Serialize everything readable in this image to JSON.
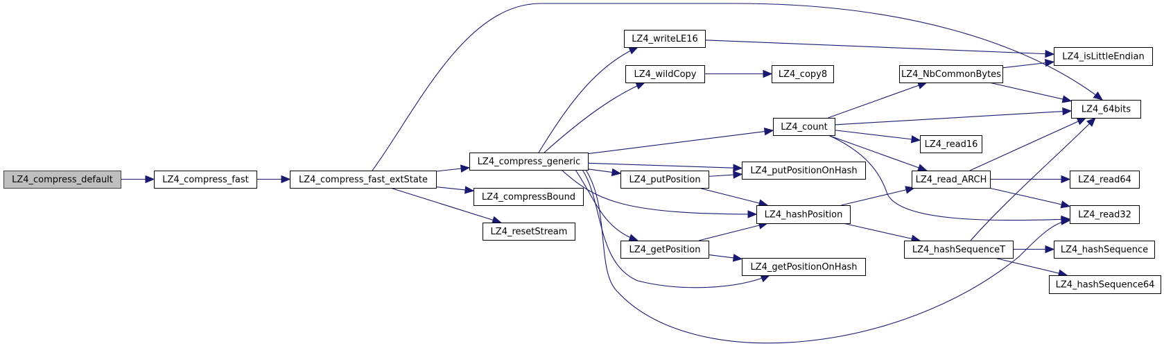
{
  "diagram": {
    "type": "call-graph",
    "edge_color": "#191970",
    "root_fill": "#bfbfbf",
    "nodes": [
      {
        "id": "compress_default",
        "label": "LZ4_compress_default",
        "root": true
      },
      {
        "id": "compress_fast",
        "label": "LZ4_compress_fast"
      },
      {
        "id": "compress_fast_extState",
        "label": "LZ4_compress_fast_extState"
      },
      {
        "id": "compress_generic",
        "label": "LZ4_compress_generic"
      },
      {
        "id": "compressBound",
        "label": "LZ4_compressBound"
      },
      {
        "id": "resetStream",
        "label": "LZ4_resetStream"
      },
      {
        "id": "writeLE16",
        "label": "LZ4_writeLE16"
      },
      {
        "id": "wildCopy",
        "label": "LZ4_wildCopy"
      },
      {
        "id": "copy8",
        "label": "LZ4_copy8"
      },
      {
        "id": "count",
        "label": "LZ4_count"
      },
      {
        "id": "putPosition",
        "label": "LZ4_putPosition"
      },
      {
        "id": "putPositionOnHash",
        "label": "LZ4_putPositionOnHash"
      },
      {
        "id": "hashPosition",
        "label": "LZ4_hashPosition"
      },
      {
        "id": "getPosition",
        "label": "LZ4_getPosition"
      },
      {
        "id": "getPositionOnHash",
        "label": "LZ4_getPositionOnHash"
      },
      {
        "id": "NbCommonBytes",
        "label": "LZ4_NbCommonBytes"
      },
      {
        "id": "read16",
        "label": "LZ4_read16"
      },
      {
        "id": "read_ARCH",
        "label": "LZ4_read_ARCH"
      },
      {
        "id": "hashSequenceT",
        "label": "LZ4_hashSequenceT"
      },
      {
        "id": "isLittleEndian",
        "label": "LZ4_isLittleEndian"
      },
      {
        "id": "64bits",
        "label": "LZ4_64bits"
      },
      {
        "id": "read64",
        "label": "LZ4_read64"
      },
      {
        "id": "read32",
        "label": "LZ4_read32"
      },
      {
        "id": "hashSequence",
        "label": "LZ4_hashSequence"
      },
      {
        "id": "hashSequence64",
        "label": "LZ4_hashSequence64"
      }
    ],
    "edges": [
      {
        "from": "compress_default",
        "to": "compress_fast"
      },
      {
        "from": "compress_fast",
        "to": "compress_fast_extState"
      },
      {
        "from": "compress_fast_extState",
        "to": "compress_generic"
      },
      {
        "from": "compress_fast_extState",
        "to": "compressBound"
      },
      {
        "from": "compress_fast_extState",
        "to": "resetStream"
      },
      {
        "from": "compress_fast_extState",
        "to": "64bits"
      },
      {
        "from": "compress_generic",
        "to": "writeLE16"
      },
      {
        "from": "compress_generic",
        "to": "wildCopy"
      },
      {
        "from": "compress_generic",
        "to": "count"
      },
      {
        "from": "compress_generic",
        "to": "putPositionOnHash"
      },
      {
        "from": "compress_generic",
        "to": "putPosition"
      },
      {
        "from": "compress_generic",
        "to": "hashPosition"
      },
      {
        "from": "compress_generic",
        "to": "getPosition"
      },
      {
        "from": "compress_generic",
        "to": "getPositionOnHash"
      },
      {
        "from": "compress_generic",
        "to": "read32"
      },
      {
        "from": "writeLE16",
        "to": "isLittleEndian"
      },
      {
        "from": "wildCopy",
        "to": "copy8"
      },
      {
        "from": "count",
        "to": "NbCommonBytes"
      },
      {
        "from": "count",
        "to": "64bits"
      },
      {
        "from": "count",
        "to": "read16"
      },
      {
        "from": "count",
        "to": "read_ARCH"
      },
      {
        "from": "count",
        "to": "read32"
      },
      {
        "from": "putPosition",
        "to": "putPositionOnHash"
      },
      {
        "from": "putPosition",
        "to": "hashPosition"
      },
      {
        "from": "getPosition",
        "to": "hashPosition"
      },
      {
        "from": "getPosition",
        "to": "getPositionOnHash"
      },
      {
        "from": "hashPosition",
        "to": "read_ARCH"
      },
      {
        "from": "hashPosition",
        "to": "hashSequenceT"
      },
      {
        "from": "NbCommonBytes",
        "to": "isLittleEndian"
      },
      {
        "from": "NbCommonBytes",
        "to": "64bits"
      },
      {
        "from": "read_ARCH",
        "to": "64bits"
      },
      {
        "from": "read_ARCH",
        "to": "read64"
      },
      {
        "from": "read_ARCH",
        "to": "read32"
      },
      {
        "from": "hashSequenceT",
        "to": "64bits"
      },
      {
        "from": "hashSequenceT",
        "to": "hashSequence"
      },
      {
        "from": "hashSequenceT",
        "to": "hashSequence64"
      }
    ]
  }
}
